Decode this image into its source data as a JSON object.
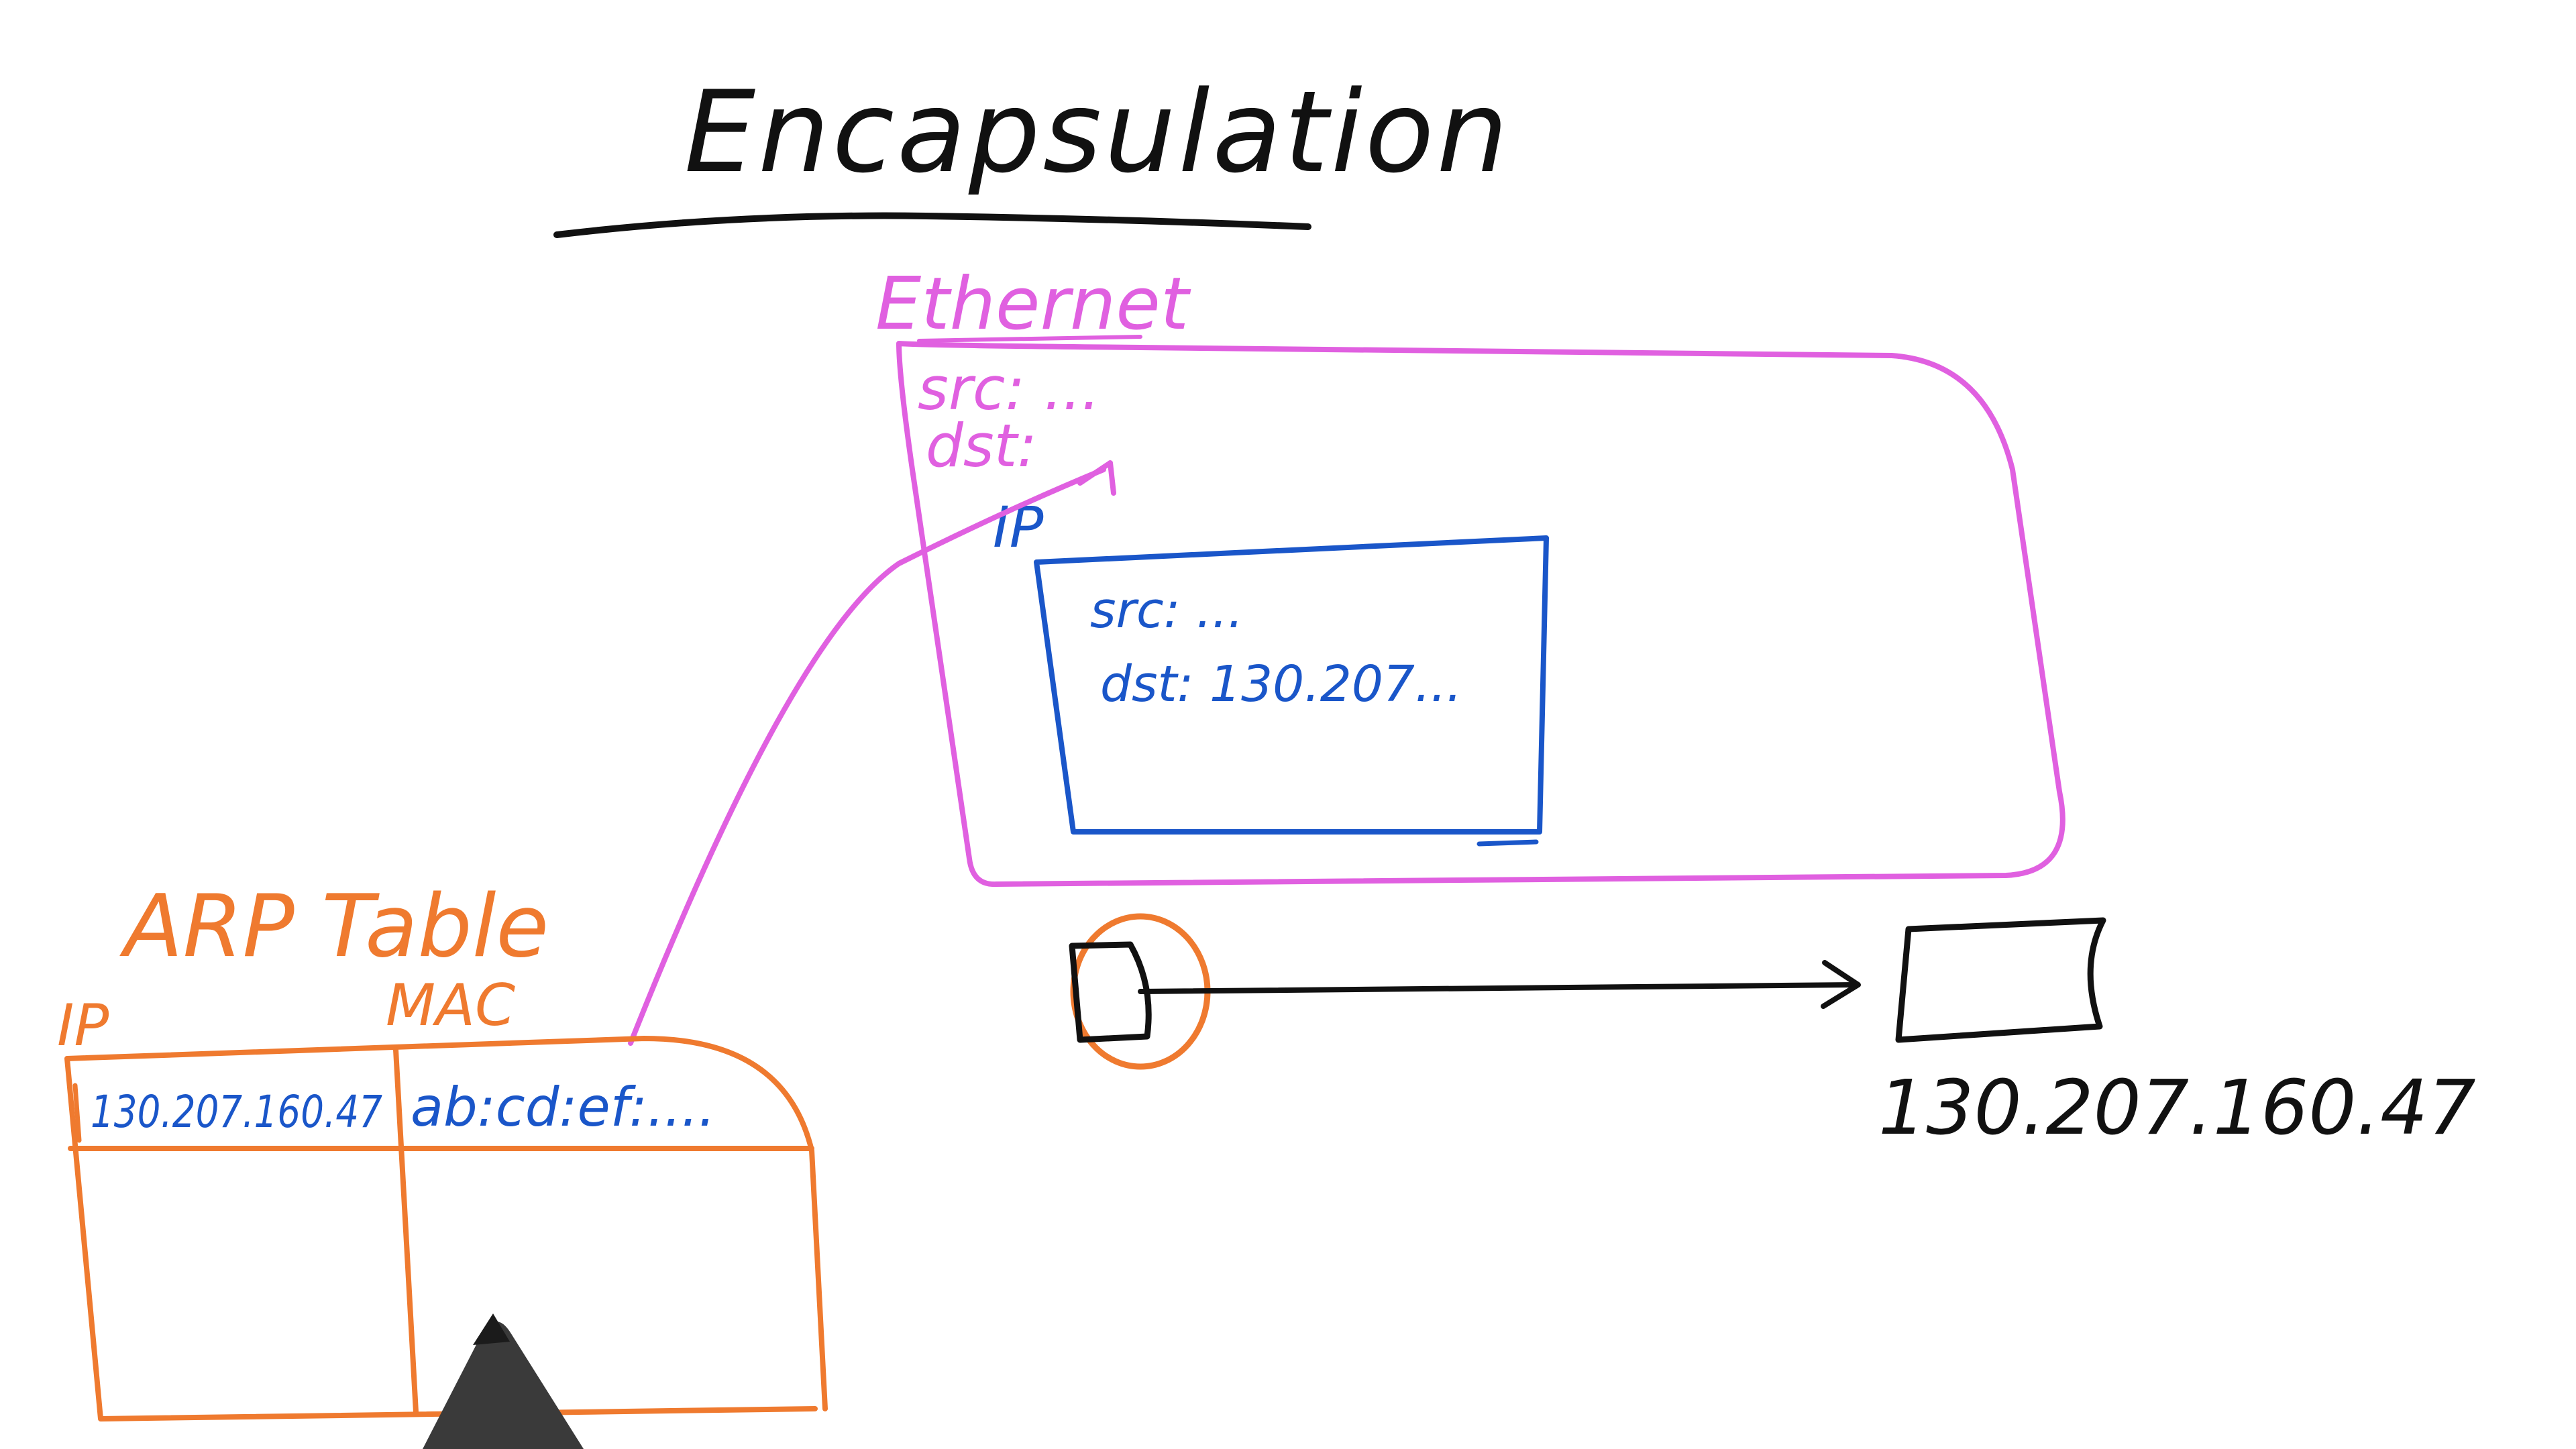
{
  "title": "Encapsulation",
  "ethernet": {
    "label": "Ethernet",
    "src_line": "src: ...",
    "dst_line": "dst:"
  },
  "ip_packet": {
    "label": "IP",
    "src_line": "src: ...",
    "dst_line": "dst: 130.207..."
  },
  "arp_table": {
    "title": "ARP Table",
    "col_ip": "IP",
    "col_mac": "MAC",
    "row_ip": "130.207.160.47",
    "row_mac": "ab:cd:ef:...."
  },
  "destination_host": {
    "address": "130.207.160.47"
  },
  "colors": {
    "ink_black": "#111111",
    "ethernet_pink": "#e060e0",
    "ip_blue": "#1a56c9",
    "arp_orange": "#ef7a2f",
    "pen_gray": "#3a3a3a"
  }
}
